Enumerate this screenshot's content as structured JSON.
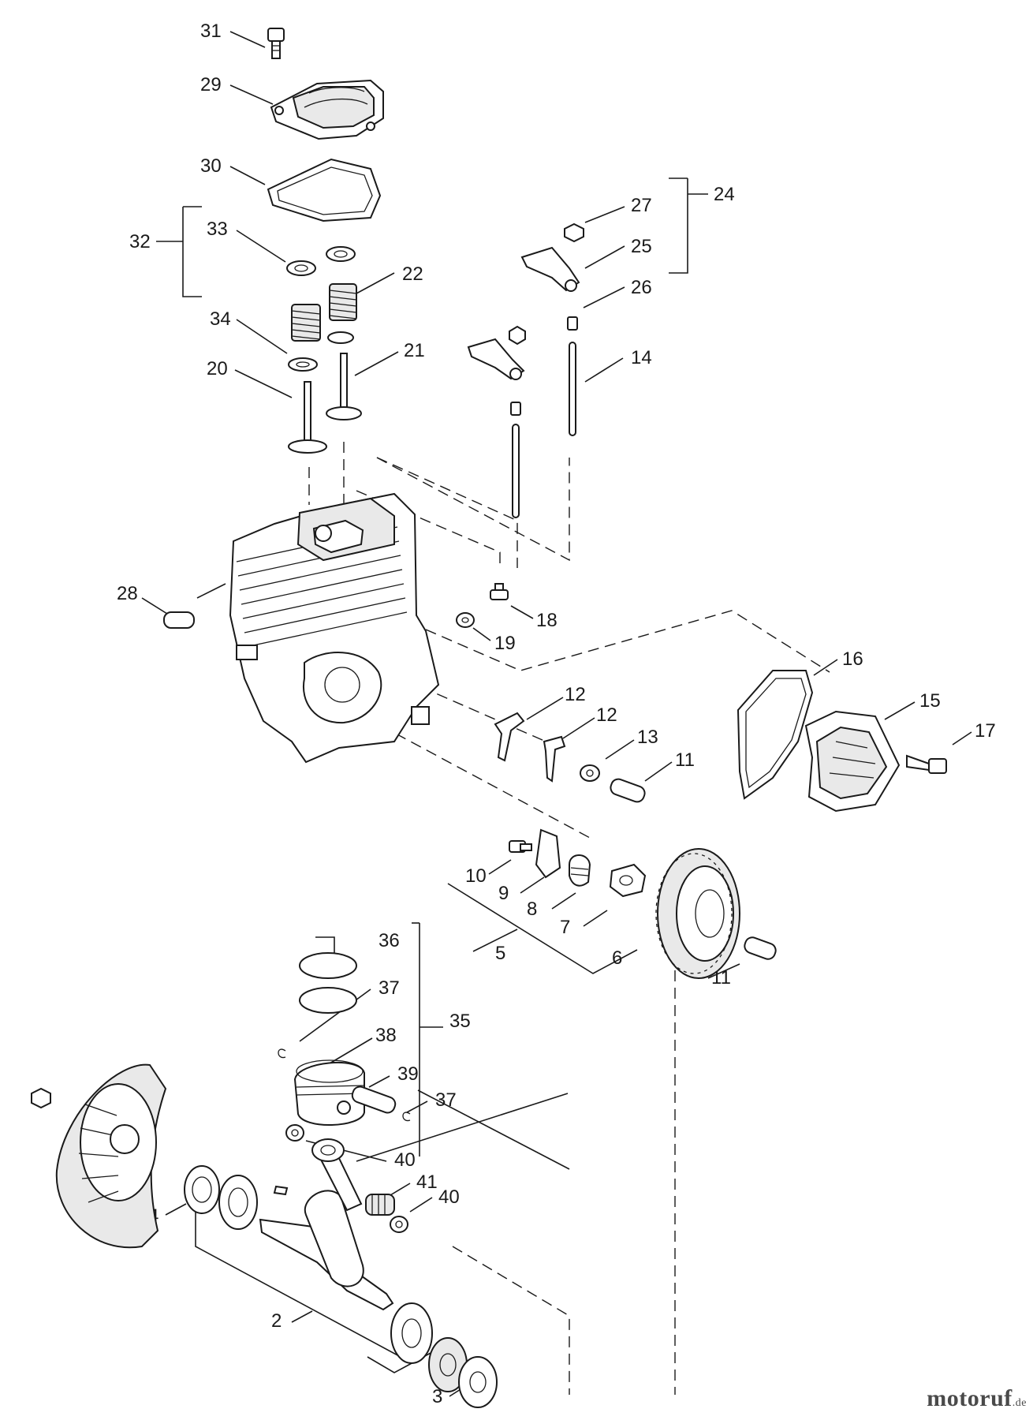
{
  "watermark": {
    "name": "motoruf",
    "tld": ".de"
  },
  "labels": {
    "31": "31",
    "29": "29",
    "30": "30",
    "32": "32",
    "33": "33",
    "22": "22",
    "34": "34",
    "20": "20",
    "21": "21",
    "27": "27",
    "24": "24",
    "25": "25",
    "26": "26",
    "14": "14",
    "28": "28",
    "18": "18",
    "19": "19",
    "16": "16",
    "15": "15",
    "17": "17",
    "12a": "12",
    "12b": "12",
    "13": "13",
    "11a": "11",
    "10": "10",
    "9": "9",
    "8": "8",
    "7": "7",
    "5": "5",
    "6": "6",
    "11b": "11",
    "36": "36",
    "37a": "37",
    "38": "38",
    "35": "35",
    "39": "39",
    "37b": "37",
    "40a": "40",
    "41": "41",
    "40b": "40",
    "4": "4",
    "2": "2",
    "3": "3"
  }
}
